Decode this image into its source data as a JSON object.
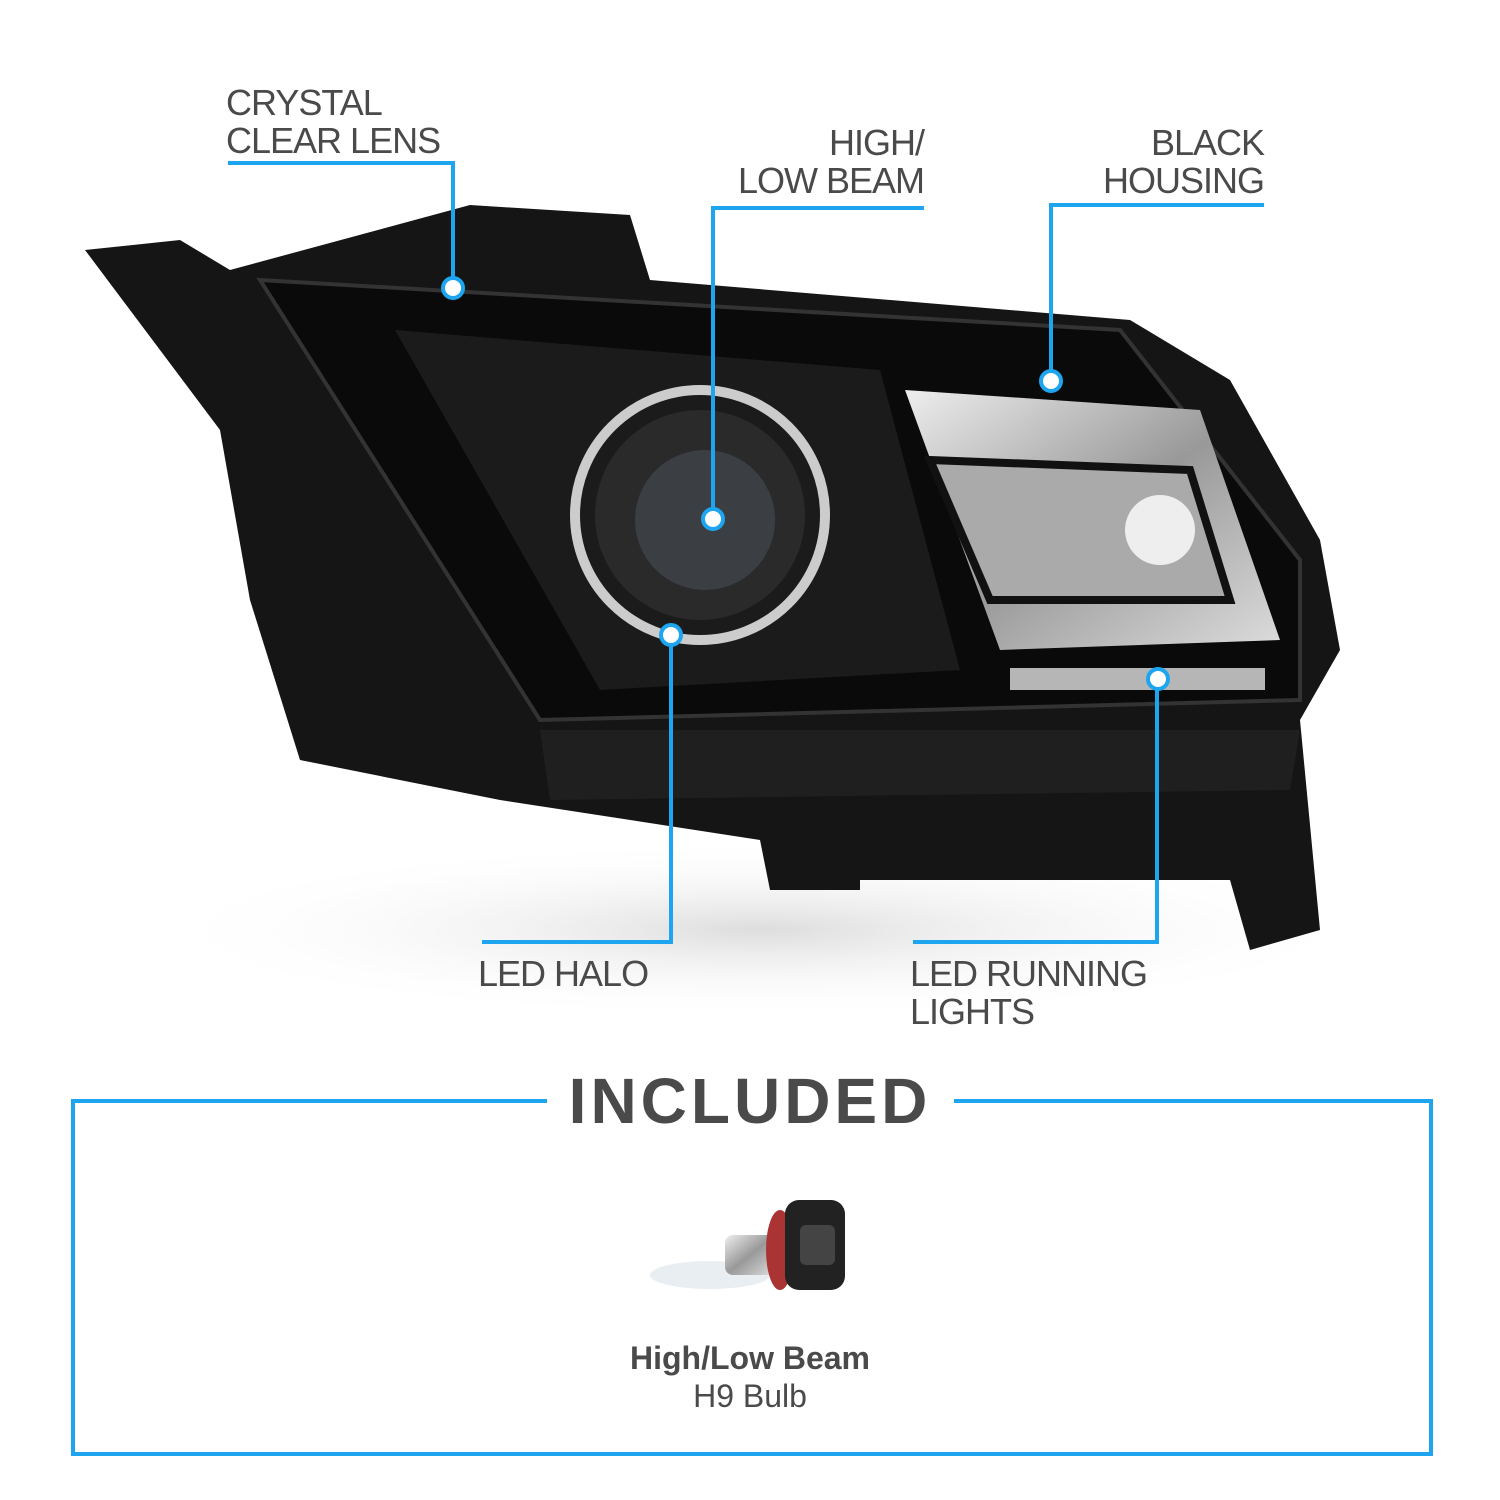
{
  "callouts": {
    "crystal_clear_lens": [
      "CRYSTAL",
      "CLEAR LENS"
    ],
    "high_low_beam": [
      "HIGH/",
      "LOW BEAM"
    ],
    "black_housing": [
      "BLACK",
      "HOUSING"
    ],
    "led_halo": "LED HALO",
    "led_running_lights": [
      "LED RUNNING",
      "LIGHTS"
    ]
  },
  "included": {
    "heading": "INCLUDED",
    "item_title": "High/Low Beam",
    "item_subtitle": "H9 Bulb"
  },
  "colors": {
    "accent": "#1ea5f0",
    "text": "#4a4a4a"
  }
}
